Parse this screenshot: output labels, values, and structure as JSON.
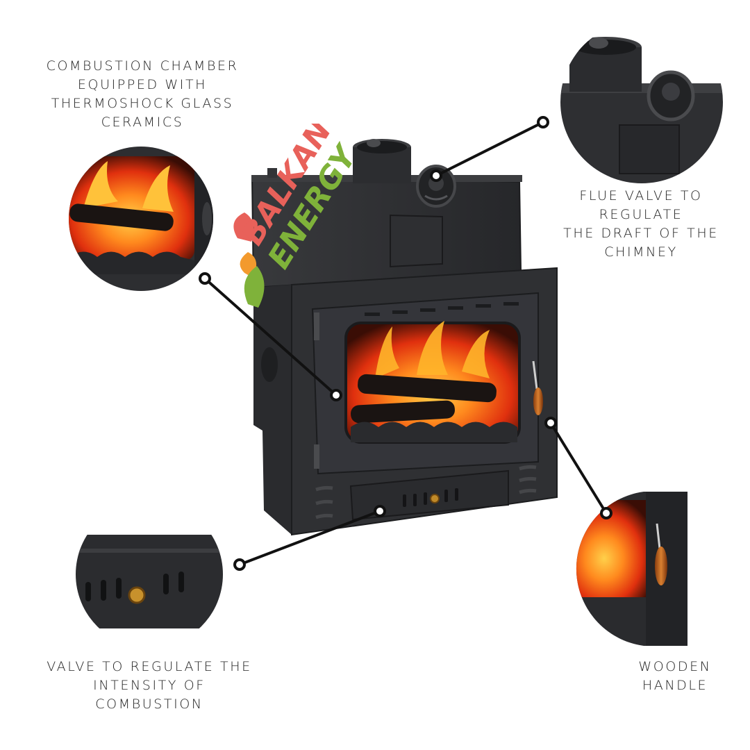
{
  "brand": {
    "name_line1": "BALKAN",
    "name_line2": "ENERGY",
    "colors": {
      "red": "#e8615a",
      "green": "#7fb23a",
      "orange": "#f39a2e"
    }
  },
  "callouts": {
    "combustion_chamber": {
      "lines": [
        "COMBUSTION CHAMBER",
        "EQUIPPED WITH",
        "THERMOSHOCK GLASS",
        "CERAMICS"
      ]
    },
    "flue_valve": {
      "lines": [
        "FLUE VALVE TO REGULATE",
        "THE DRAFT OF THE",
        "CHIMNEY"
      ]
    },
    "intensity_valve": {
      "lines": [
        "VALVE TO REGULATE THE",
        "INTENSITY OF",
        "COMBUSTION"
      ]
    },
    "wooden_handle": {
      "lines": [
        "WOODEN",
        "HANDLE"
      ]
    }
  },
  "colors": {
    "steel": "#2b2c2e",
    "steel_light": "#3a3b3e",
    "flame": "#f0501a",
    "handle": "#c0681e",
    "text": "#222222"
  }
}
